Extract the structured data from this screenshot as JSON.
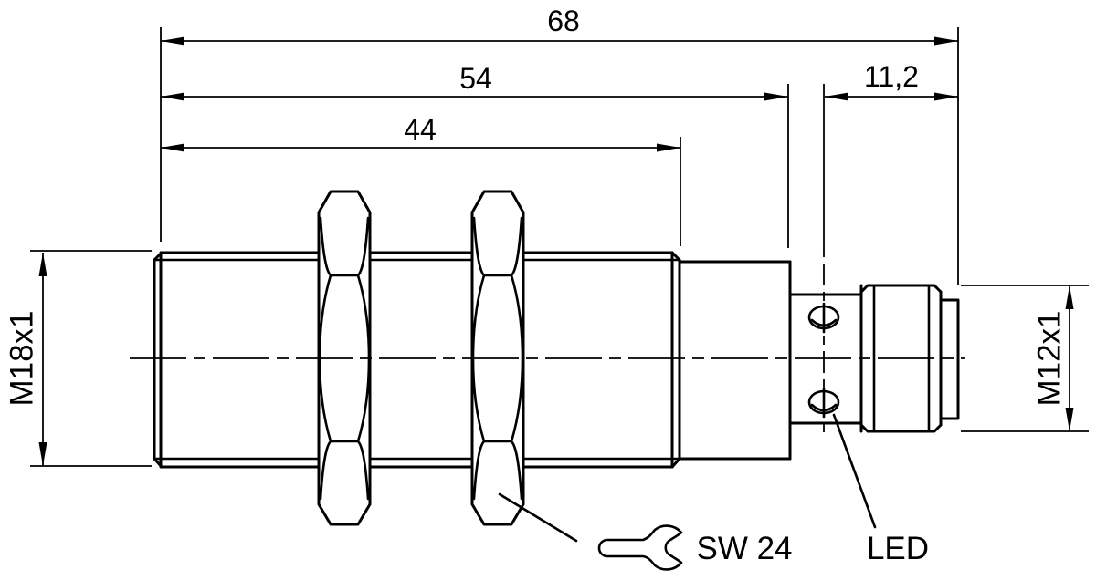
{
  "drawing": {
    "kind": "technical-dimension-drawing",
    "background_color": "#ffffff",
    "line_color": "#000000"
  },
  "dimensions": {
    "overall_length": "68",
    "housing_length": "54",
    "thread_length": "44",
    "connector_length": "11,2",
    "thread_left": "M18x1",
    "thread_right": "M12x1"
  },
  "annotations": {
    "wrench_size": "SW 24",
    "led_label": "LED"
  }
}
